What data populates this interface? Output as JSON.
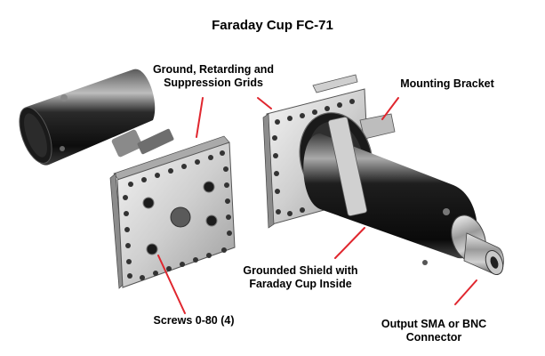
{
  "title": "Faraday Cup FC-71",
  "labels": {
    "grids_line1": "Ground, Retarding and",
    "grids_line2": "Suppression Grids",
    "mounting_bracket": "Mounting Bracket",
    "shield_line1": "Grounded Shield with",
    "shield_line2": "Faraday Cup Inside",
    "screws": "Screws 0-80 (4)",
    "output_line1": "Output SMA or BNC",
    "output_line2": "Connector"
  },
  "colors": {
    "leader_line": "#e0262e",
    "metal_dark": "#1a1a1a",
    "metal_light": "#d8d8d8",
    "background": "#ffffff"
  }
}
